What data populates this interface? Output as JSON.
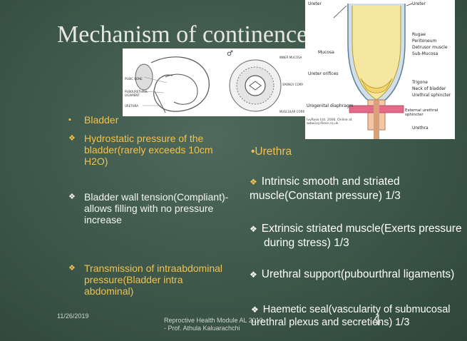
{
  "slide": {
    "title": "Mechanism of continence",
    "left_bullets": [
      {
        "symbol": "▪",
        "text": "Bladder",
        "color": "#f2c14e"
      },
      {
        "symbol": "❖",
        "text": "Hydrostatic pressure of the bladder(rarely exceeds 10cm H2O)",
        "color": "#f2c14e"
      },
      {
        "symbol": "❖",
        "text": "Bladder wall tension(Compliant)- allows filling with no pressure increase",
        "color": "#f4f4f4"
      },
      {
        "symbol": "❖",
        "text": "Transmission of intraabdominal pressure(Bladder intra abdominal)",
        "color": "#f2c14e"
      }
    ],
    "urethra_heading": "•Urethra",
    "right_bullets": [
      {
        "symbol": "❖",
        "text": "Intrinsic smooth and striated muscle(Constant pressure) 1/3"
      },
      {
        "symbol": "❖",
        "text": "Extrinsic striated muscle(Exerts pressure during stress) 1/3"
      },
      {
        "symbol": "❖",
        "text": "Urethral support(pubourthral ligaments)"
      },
      {
        "symbol": "❖",
        "text": "Haemetic seal(vascularity of submucosal urethral plexus and secretions) 1/3"
      }
    ],
    "footer_date": "11/26/2019",
    "footer_credit": "Reproctive Health Module AL 2013 - Prof. Athula Kaluarachchi",
    "page_number": "4"
  },
  "figure_left": {
    "labels": [
      "PUBIC BONE",
      "PUBOURETHRAL LIGAMENT",
      "URETHRA"
    ]
  },
  "figure_middle": {
    "labels": [
      "INNER MUCOSA",
      "SPONGY CORP.",
      "MUSCULAR CORP."
    ]
  },
  "figure_right": {
    "labels": [
      "Ureter",
      "Ureter",
      "Mucosa",
      "Rugae",
      "Peritoneum",
      "Detrusor muscle",
      "Sub-Mucosa",
      "Ureter orifices",
      "Trigone",
      "Neck of bladder",
      "Urethral sphincter",
      "Urogenital diaphragm",
      "External urethral sphincter",
      "Urethra"
    ],
    "credit": "IvyRose Ltd. 2006. Online at www.ivy-Rose.co.uk"
  }
}
